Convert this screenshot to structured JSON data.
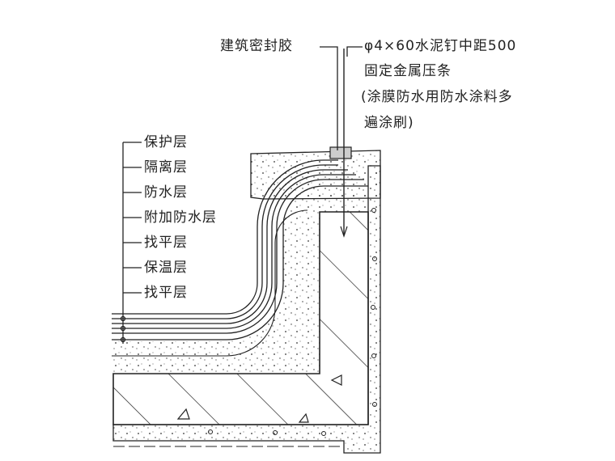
{
  "title": "屋面泛水防水构造",
  "labels": {
    "sealant": "建筑密封胶",
    "nail_line1": "φ4×60水泥钉中距500",
    "nail_line2": "固定金属压条",
    "nail_line3": "(涂膜防水用防水涂料多",
    "nail_line4": "遍涂刷)"
  },
  "layers": [
    {
      "label": "保护层"
    },
    {
      "label": "隔离层"
    },
    {
      "label": "防水层"
    },
    {
      "label": "附加防水层"
    },
    {
      "label": "找平层"
    },
    {
      "label": "保温层"
    },
    {
      "label": "找平层"
    }
  ],
  "colors": {
    "ink": "#222222",
    "paper": "#ffffff"
  }
}
